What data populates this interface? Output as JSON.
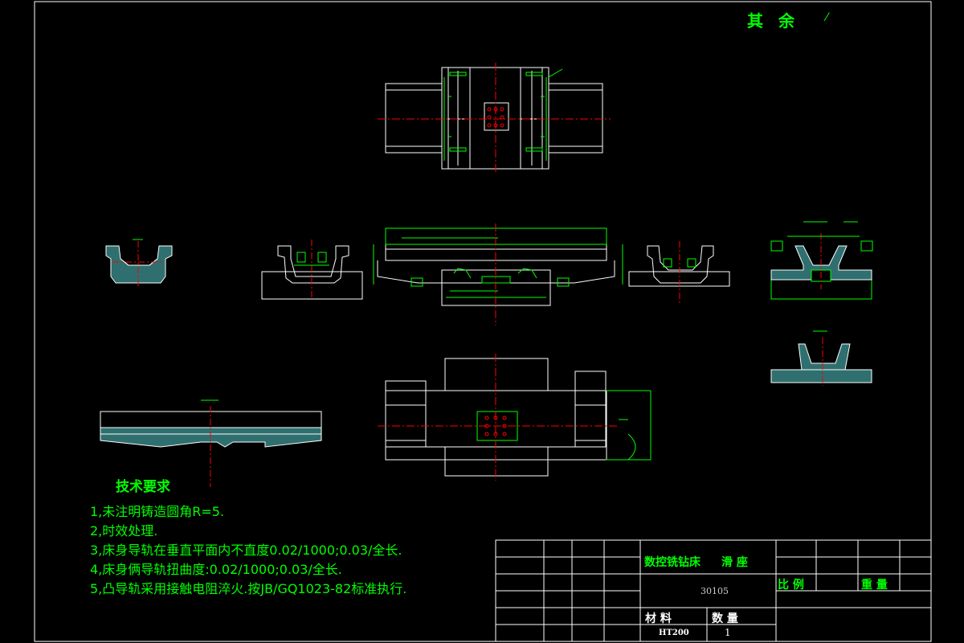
{
  "corner_note": {
    "text": "其 余",
    "symbol": "⁄"
  },
  "requirements": {
    "title": "技术要求",
    "items": [
      "1,未注明铸造圆角R=5.",
      "2,时效处理.",
      "3,床身导轨在垂直平面内不直度0.02/1000;0.03/全长.",
      "4,床身俩导轨扭曲度:0.02/1000;0.03/全长.",
      "5,凸导轨采用接触电阻淬火.按JB/GQ1023-82标准执行."
    ]
  },
  "title_block": {
    "machine": "数控铣钻床",
    "part": "滑 座",
    "drawing_no": "30105",
    "scale_label": "比 例",
    "weight_label": "重 量",
    "material_label": "材  料",
    "quantity_label": "数  量",
    "material": "HT200",
    "quantity": "1"
  },
  "colors": {
    "background": "#000000",
    "outline": "#ffffff",
    "dimension": "#00ff00",
    "centerline": "#ff0000",
    "text": "#00ff00"
  }
}
